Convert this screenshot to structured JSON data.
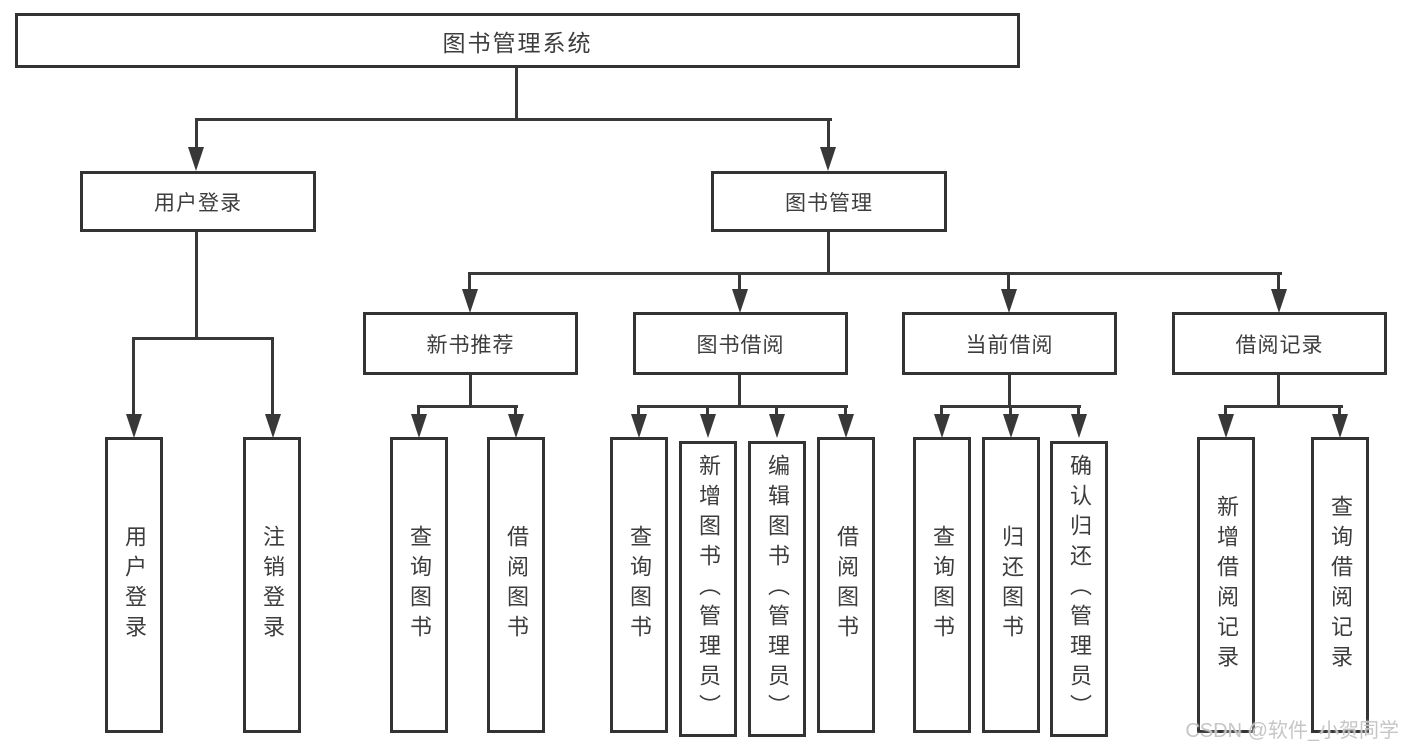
{
  "d": {
    "root": "图书管理系统",
    "user": {
      "label": "用户登录",
      "children": [
        "用户登录",
        "注销登录"
      ]
    },
    "book": {
      "label": "图书管理"
    },
    "sections": [
      {
        "label": "新书推荐",
        "children": [
          "查询图书",
          "借阅图书"
        ]
      },
      {
        "label": "图书借阅",
        "children": [
          "查询图书",
          "新增图书（管理员）",
          "编辑图书（管理员）",
          "借阅图书"
        ]
      },
      {
        "label": "当前借阅",
        "children": [
          "查询图书",
          "归还图书",
          "确认归还（管理员）"
        ]
      },
      {
        "label": "借阅记录",
        "children": [
          "新增借阅记录",
          "查询借阅记录"
        ]
      }
    ],
    "watermark": "CSDN @软件_小贺同学",
    "colors": {
      "line": "#383838",
      "border": "#333333",
      "text": "#3d3d3d",
      "watermark": "#c6c6c6",
      "background": "#ffffff"
    }
  }
}
